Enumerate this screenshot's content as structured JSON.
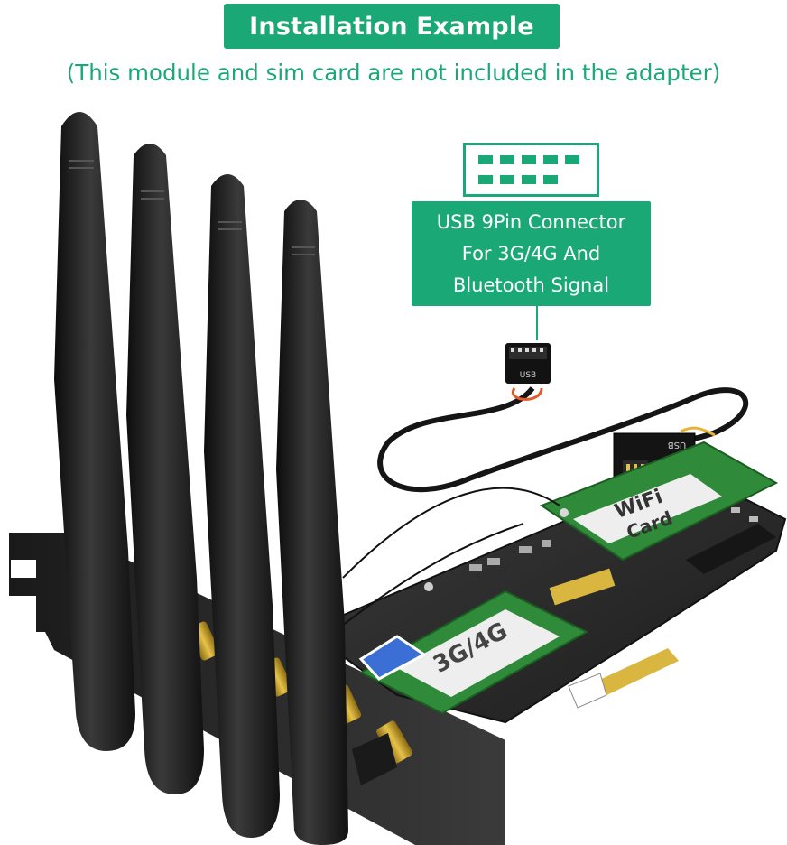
{
  "header": {
    "title": "Installation Example",
    "subtitle": "(This module and sim card are not included in the adapter)"
  },
  "connector_callout": {
    "line1": "USB 9Pin Connector",
    "line2": "For 3G/4G And",
    "line3": "Bluetooth Signal"
  },
  "product": {
    "modules": {
      "cellular_card_label": "3G/4G",
      "wifi_card_label_line1": "WiFi",
      "wifi_card_label_line2": "Card"
    },
    "usb_header_label": "USB",
    "cable_plug_label": "USB",
    "antenna_count": 4
  },
  "colors": {
    "accent": "#1aa877",
    "pcb": "#2a2a2a",
    "module_board": "#2f8a3a",
    "gold": "#c9a227",
    "antenna": "#1e1e1e"
  }
}
